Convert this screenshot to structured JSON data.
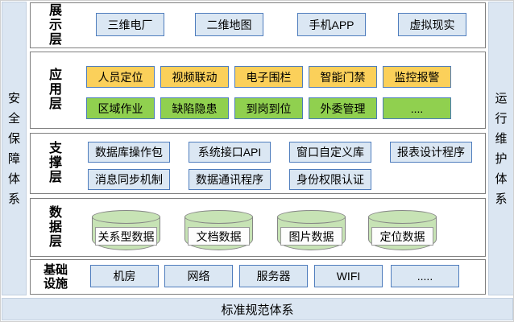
{
  "bands": {
    "left": "安全保障体系",
    "right": "运行维护体系",
    "bottom": "标准规范体系"
  },
  "layers": {
    "presentation": {
      "label": "展示层",
      "items": [
        "三维电厂",
        "二维地图",
        "手机APP",
        "虚拟现实"
      ]
    },
    "application": {
      "label": "应用层",
      "row1": [
        "人员定位",
        "视频联动",
        "电子围栏",
        "智能门禁",
        "监控报警"
      ],
      "row2": [
        "区域作业",
        "缺陷隐患",
        "到岗到位",
        "外委管理",
        "...."
      ]
    },
    "support": {
      "label": "支撑层",
      "row1": [
        "数据库操作包",
        "系统接口API",
        "窗口自定义库",
        "报表设计程序"
      ],
      "row2": [
        "消息同步机制",
        "数据通讯程序",
        "身份权限认证"
      ]
    },
    "data": {
      "label": "数据层",
      "items": [
        "关系型数据",
        "文档数据",
        "图片数据",
        "定位数据"
      ]
    },
    "infrastructure": {
      "label": "基础设施",
      "items": [
        "机房",
        "网络",
        "服务器",
        "WIFI",
        "....."
      ]
    }
  },
  "colors": {
    "band_fill": "#dbe6f2",
    "box_blue_fill": "#dbe7f3",
    "box_blue_border": "#4f7dbd",
    "box_yellow_fill": "#fbd05a",
    "box_green_fill": "#90d04f",
    "cylinder_fill": "#c7e3b5",
    "layer_border": "#7f7f7f",
    "text": "#000000"
  }
}
